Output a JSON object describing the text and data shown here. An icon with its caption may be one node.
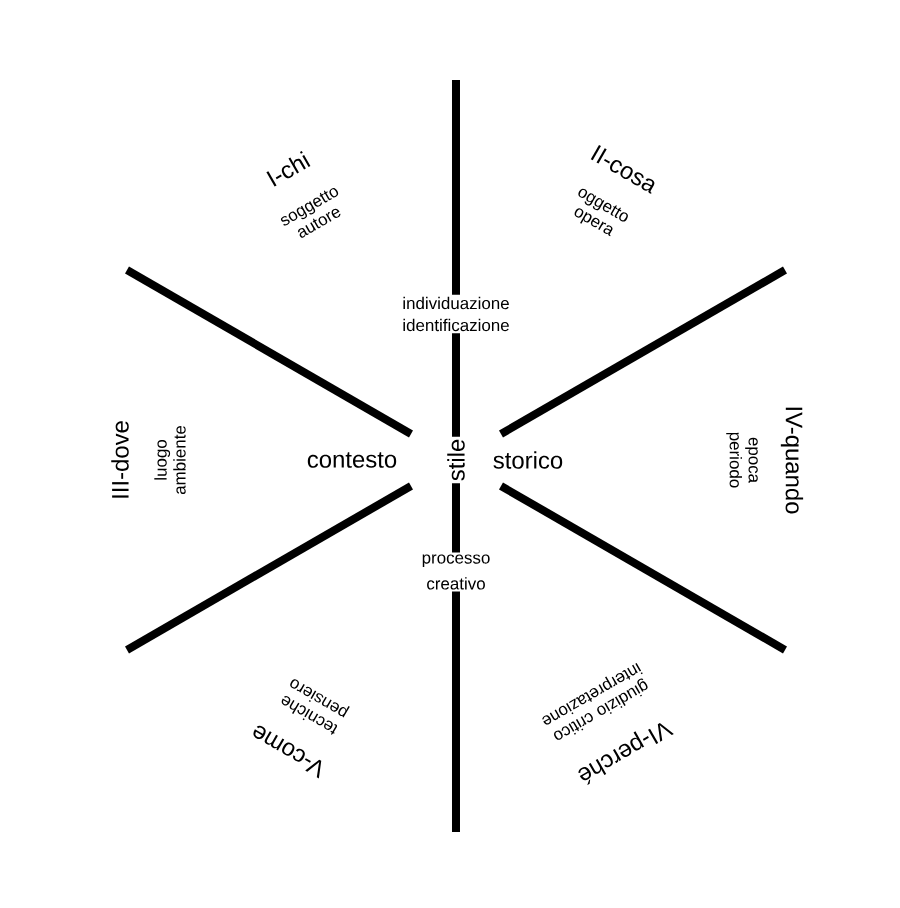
{
  "diagram": {
    "labels": [
      "I-chi",
      "soggetto autore",
      "II-cosa",
      "oggetto opera",
      "individuazione identificazione",
      "III-dove",
      "luogo ambiente",
      "contesto",
      "stile",
      "storico",
      "epoca periodo",
      "IV-quando",
      "processo creativo",
      "V-come",
      "tecniche pensiero",
      "VI-perché",
      "giudizio critico interpretazione"
    ]
  }
}
